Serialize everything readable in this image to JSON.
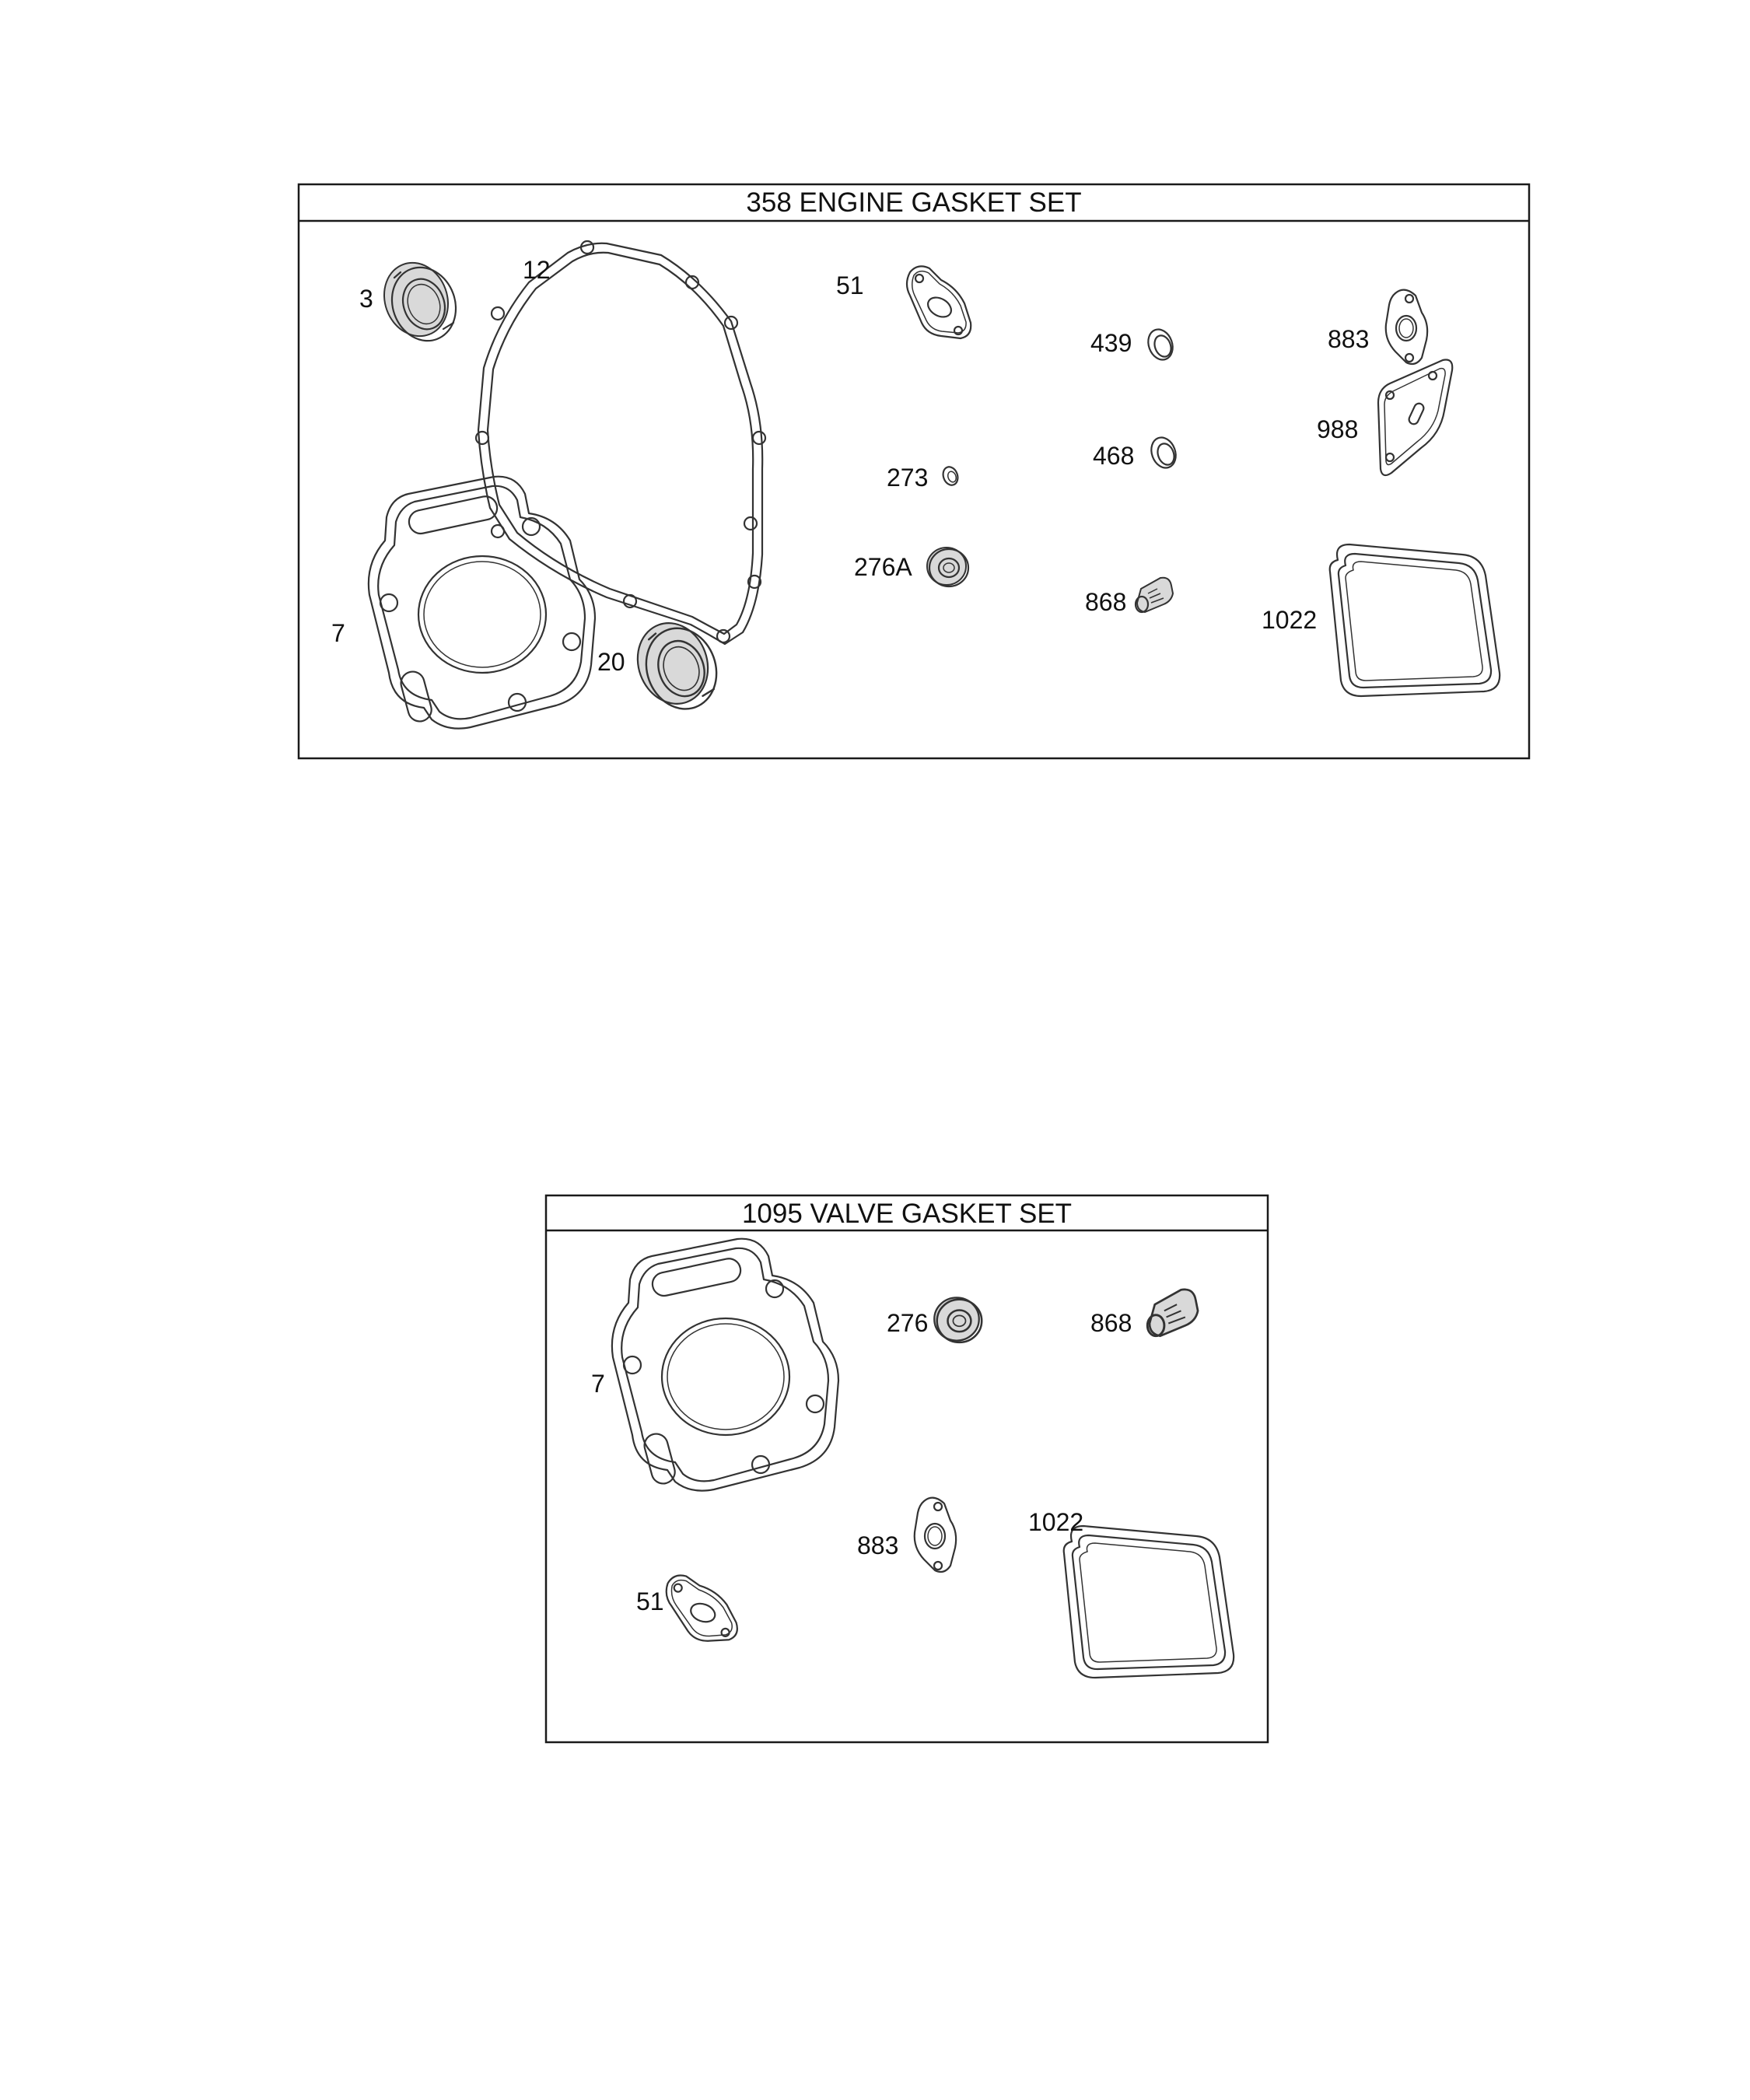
{
  "panels": [
    {
      "title": "358 ENGINE GASKET SET",
      "callouts": [
        "3",
        "12",
        "51",
        "439",
        "883",
        "988",
        "273",
        "468",
        "276A",
        "868",
        "1022",
        "7",
        "20"
      ]
    },
    {
      "title": "1095 VALVE GASKET SET",
      "callouts": [
        "276",
        "868",
        "7",
        "883",
        "1022",
        "51"
      ]
    }
  ],
  "colors": {
    "line": "#333333",
    "frame": "#1a1a1a",
    "shade": "#d9d9d9"
  }
}
